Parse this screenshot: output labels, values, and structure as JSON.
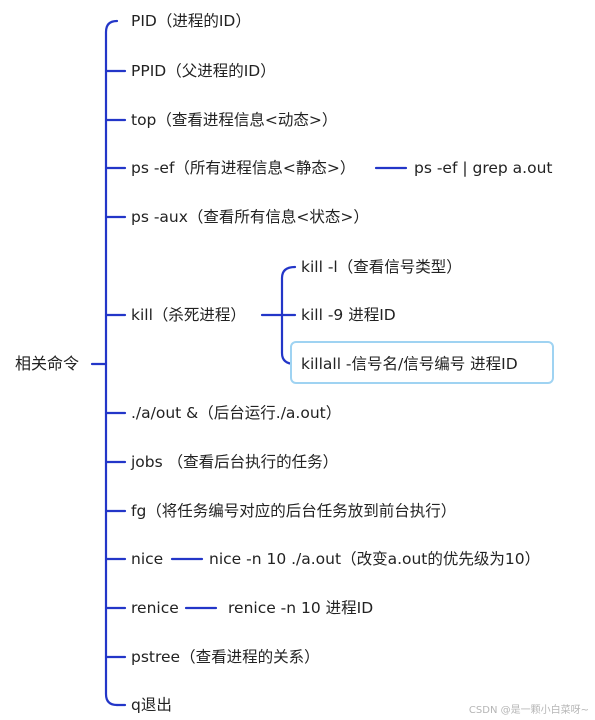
{
  "root": {
    "label": "相关命令"
  },
  "branches": [
    {
      "label": "PID（进程的ID）"
    },
    {
      "label": "PPID（父进程的ID）"
    },
    {
      "label": "top（查看进程信息<动态>）"
    },
    {
      "label": "ps -ef（所有进程信息<静态>）",
      "child": "ps -ef | grep  a.out"
    },
    {
      "label": "ps -aux（查看所有信息<状态>）"
    },
    {
      "label": "kill（杀死进程）",
      "children": [
        "kill -l（查看信号类型）",
        "kill -9    进程ID",
        "killall  -信号名/信号编号   进程ID"
      ]
    },
    {
      "label": "./a/out  &（后台运行./a.out）"
    },
    {
      "label": "jobs  （查看后台执行的任务）"
    },
    {
      "label": "fg（将任务编号对应的后台任务放到前台执行）"
    },
    {
      "label": "nice",
      "child": "nice -n 10 ./a.out（改变a.out的优先级为10）"
    },
    {
      "label": "renice",
      "child": "renice -n 10 进程ID"
    },
    {
      "label": "pstree（查看进程的关系）"
    },
    {
      "label": "q退出"
    }
  ],
  "watermark": "CSDN @是一颗小白菜呀~",
  "colors": {
    "connector": "#2336c8",
    "selection_border": "#9fd3f2"
  }
}
